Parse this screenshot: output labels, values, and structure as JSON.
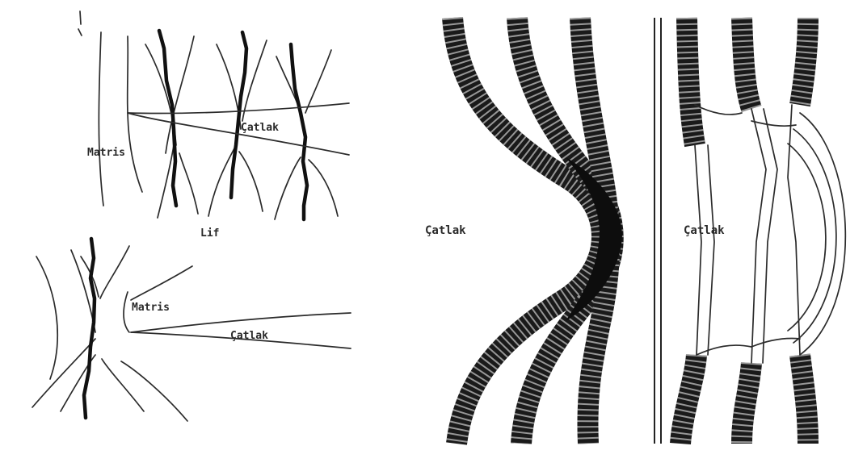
{
  "figure": {
    "top_left": {
      "matrix_label": "Matris",
      "crack_label": "Çatlak",
      "fiber_label": "Lif"
    },
    "bottom_left": {
      "matrix_label": "Matris",
      "crack_label": "Çatlak"
    },
    "middle": {
      "crack_label": "Çatlak"
    },
    "right": {
      "crack_label": "Çatlak"
    }
  }
}
